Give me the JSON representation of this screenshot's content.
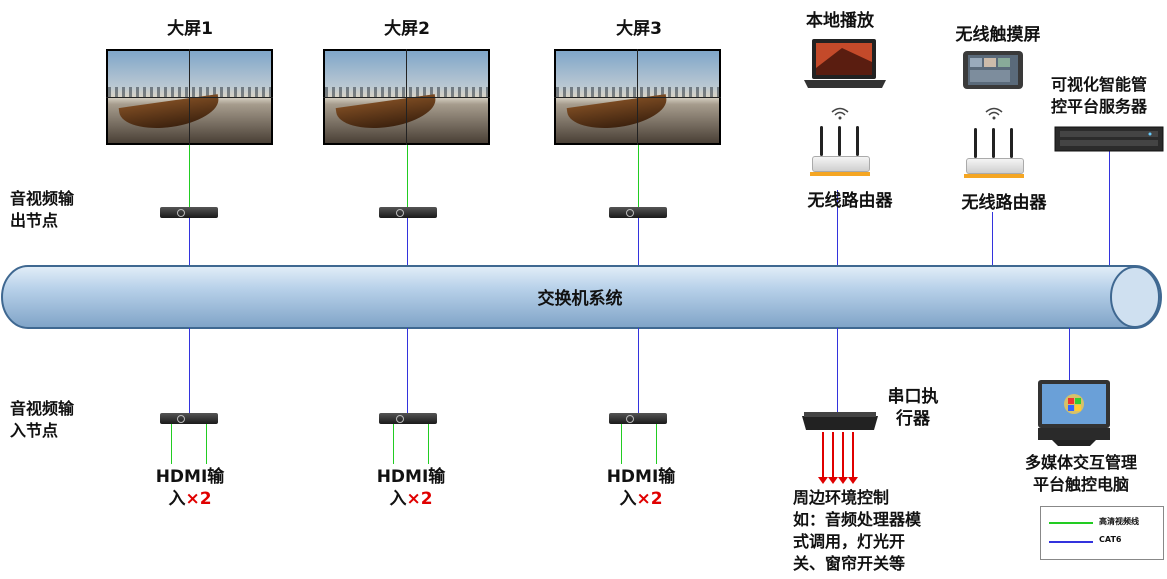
{
  "screens": [
    {
      "label": "大屏1"
    },
    {
      "label": "大屏2"
    },
    {
      "label": "大屏3"
    }
  ],
  "left_labels": {
    "output_node": "音视频输\n出节点",
    "input_node": "音视频输\n入节点"
  },
  "hdmi_inputs": [
    {
      "label": "HDMI输",
      "count_prefix": "入",
      "count": "×2"
    },
    {
      "label": "HDMI输",
      "count_prefix": "入",
      "count": "×2"
    },
    {
      "label": "HDMI输",
      "count_prefix": "入",
      "count": "×2"
    }
  ],
  "pipe": {
    "label": "交换机系统"
  },
  "devices": {
    "local_play": "本地播放",
    "wireless_touch": "无线触摸屏",
    "server": "可视化智能管\n控平台服务器",
    "router1": "无线路由器",
    "router2": "无线路由器",
    "serial": "串口执\n行器",
    "pc": "多媒体交互管理\n平台触控电脑",
    "peripheral": "周边环境控制\n如：音频处理器模\n式调用，灯光开\n关、窗帘开关等"
  },
  "legend": [
    {
      "label": "高清视频线",
      "color": "#22cc22"
    },
    {
      "label": "CAT6",
      "color": "#3333dd"
    }
  ],
  "colors": {
    "pipe": "#a9c6e3",
    "hdmi_line": "#22cc22",
    "cat6_line": "#3333dd",
    "arrow": "#e00000",
    "count": "#e00000"
  }
}
